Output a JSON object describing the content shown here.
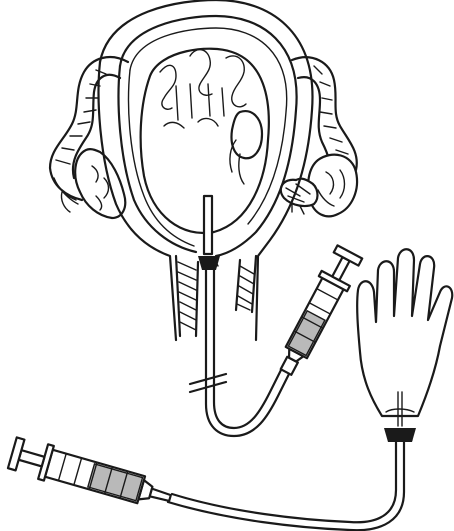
{
  "figure": {
    "parts": [
      "uterus",
      "fetus",
      "placenta",
      "ovary-left",
      "ovary-right",
      "fallopian-tube-left",
      "fallopian-tube-right",
      "uterine-catheter",
      "syringe-upper",
      "syringe-lower",
      "glove-balloon",
      "catheter-tube"
    ],
    "colors": {
      "line": "#1a1a1a",
      "background": "#ffffff",
      "fluid": "#b9b9b9"
    }
  }
}
